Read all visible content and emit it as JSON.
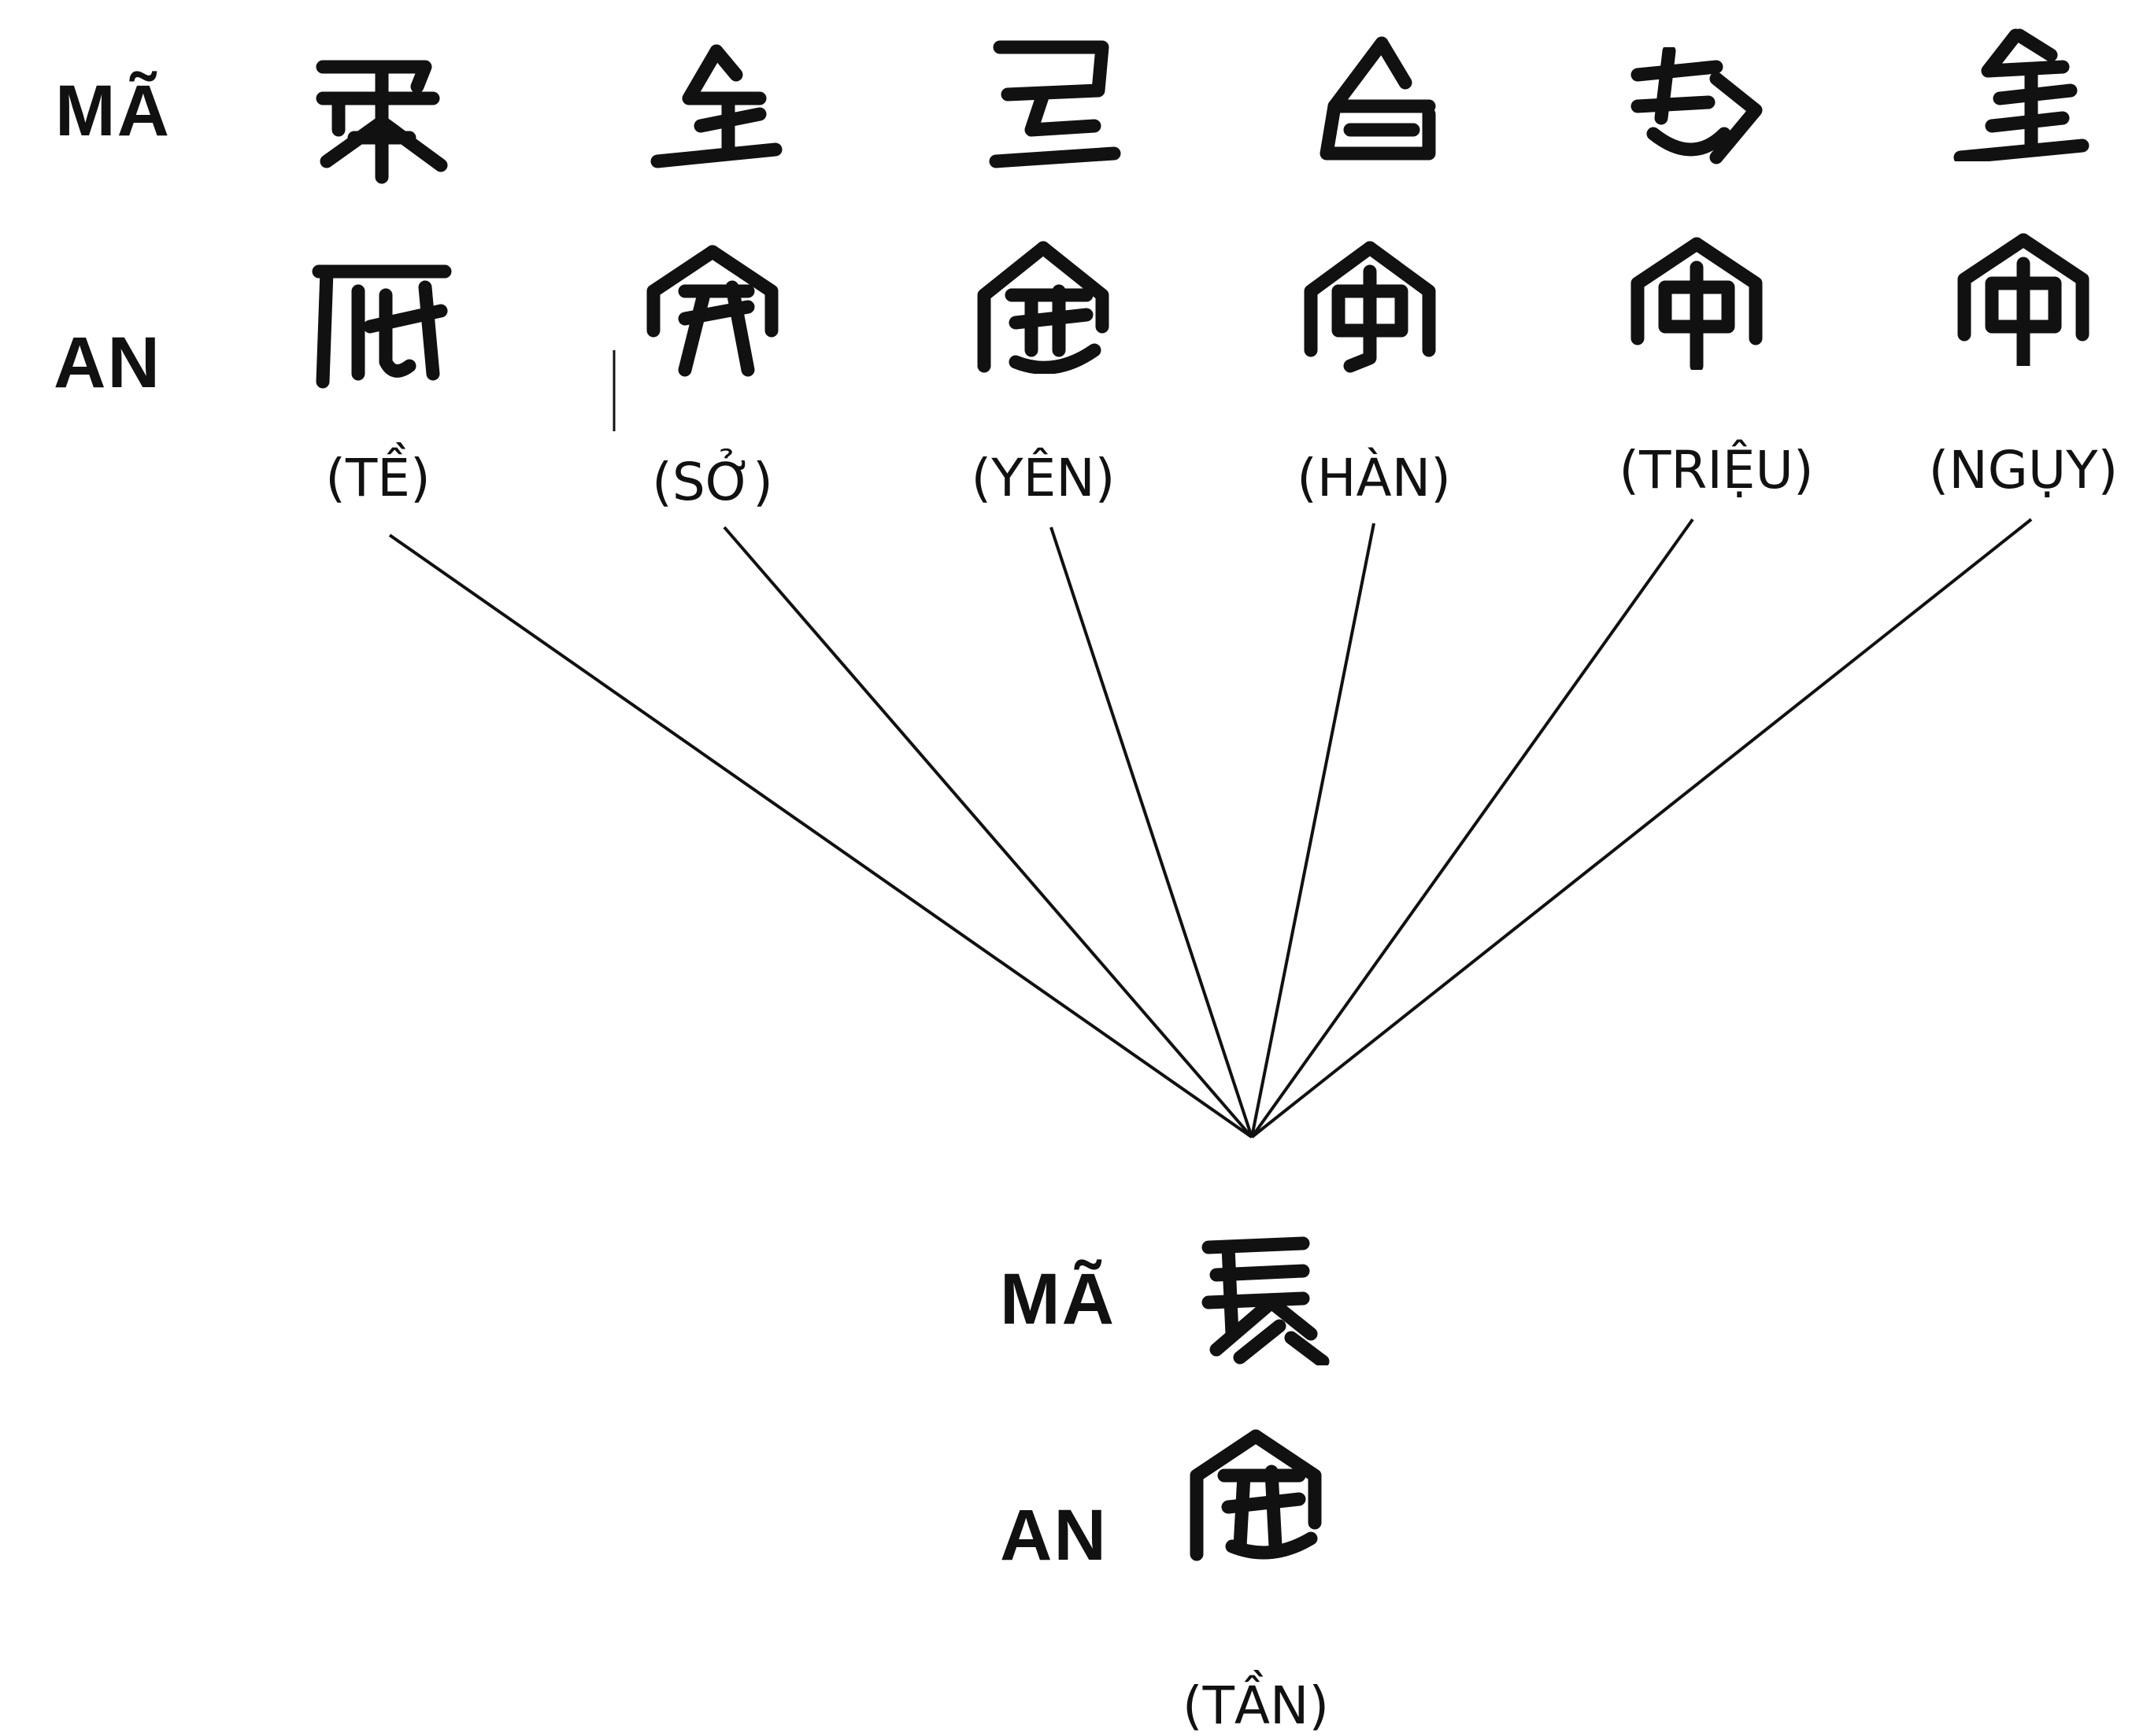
{
  "row_labels": {
    "horse": "MÃ",
    "peace": "AN"
  },
  "states": [
    {
      "id": "te",
      "caption": "(TỀ)"
    },
    {
      "id": "so",
      "caption": "(SỞ)"
    },
    {
      "id": "yen",
      "caption": "(YÊN)"
    },
    {
      "id": "han",
      "caption": "(HÀN)"
    },
    {
      "id": "trieu",
      "caption": "(TRIỆU)"
    },
    {
      "id": "nguy",
      "caption": "(NGỤY)"
    }
  ],
  "unified": {
    "horse_label": "MÃ",
    "peace_label": "AN",
    "caption": "(TẦN)"
  }
}
